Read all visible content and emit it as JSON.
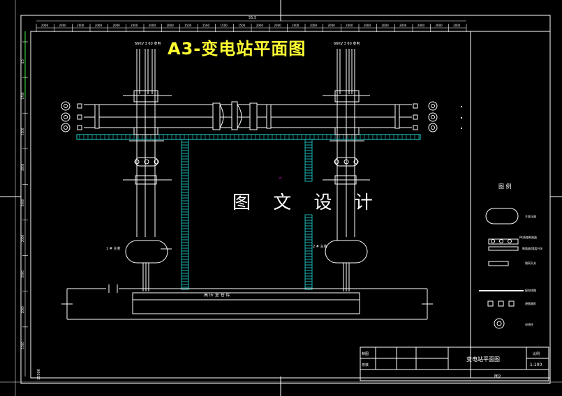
{
  "title": "A3-变电站平面图",
  "watermark": "图 文 设 计",
  "top_dimension": "55.5",
  "top_scale": [
    "2000",
    "2000",
    "2000",
    "2000",
    "2000",
    "2000",
    "2000",
    "2000",
    "1500",
    "1500",
    "1500",
    "1500",
    "2000",
    "2000",
    "2000",
    "2000",
    "2000",
    "2000",
    "2000",
    "2000",
    "2000",
    "2000",
    "2000",
    "2000"
  ],
  "left_scale": [
    "4.5",
    "1700",
    "1500",
    "2000",
    "2000",
    "2000",
    "2000",
    "2000",
    "1500"
  ],
  "left_bottom": "15500",
  "feeder_labels": [
    "66KV 3 60 变电",
    "66KV 3 60 变电"
  ],
  "transformer_labels": [
    "1 # 主变",
    "2 # 主变"
  ],
  "building_label": "高 压 室 仓 库",
  "legend": {
    "title": "图   例",
    "items": [
      "主变压器",
      "PK线路断路器",
      "断路器/隔离开关",
      "隔离开关",
      "配电线路",
      "避雷器柜",
      "母线柱"
    ]
  },
  "title_block": {
    "drawing_name": "变电站平面图",
    "row1_label": "制图",
    "row2_label": "校核",
    "ratio_label": "比例",
    "ratio_value": "1:100",
    "sheet_label": "图2"
  },
  "colors": {
    "line": "#ffffff",
    "accent": "#ffff33",
    "ladder": "#22dddd",
    "marker": "#ff00ff"
  }
}
